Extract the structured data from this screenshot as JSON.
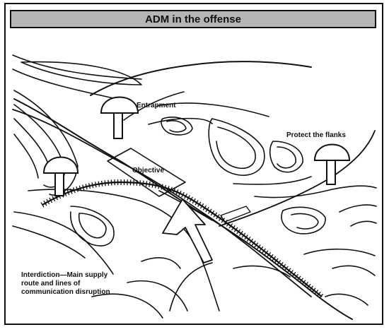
{
  "title": "ADM in the offense",
  "labels": {
    "entrapment": "Entrapment",
    "protect_flanks": "Protect the flanks",
    "objective": "Objective",
    "interdiction_line1": "Interdiction—Main supply",
    "interdiction_line2": "route and lines of",
    "interdiction_line3": "communication disruption"
  },
  "icons": [
    "adm-mushroom-icon",
    "attack-arrow-icon",
    "railroad-line"
  ],
  "colors": {
    "ink": "#111111",
    "title_fill": "#b5b5b5",
    "paper": "#ffffff"
  }
}
